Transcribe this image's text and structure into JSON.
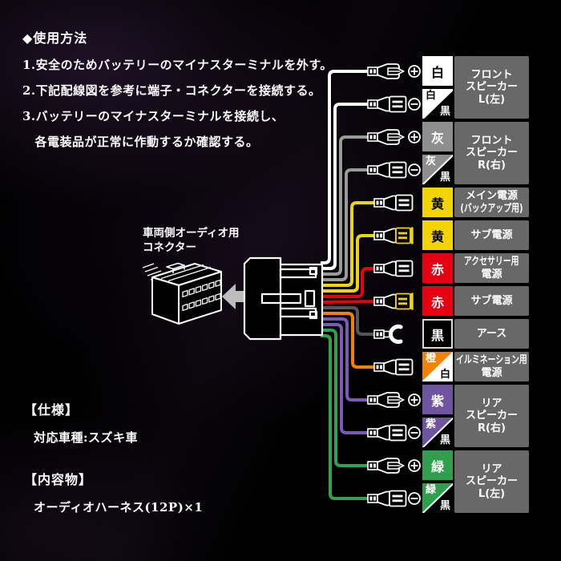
{
  "instructions": {
    "title": "◆使用方法",
    "lines": [
      "1.安全のためバッテリーのマイナスターミナルを外す。",
      "2.下記配線図を参考に端子・コネクターを接続する。",
      "3.バッテリーのマイナスターミナルを接続し、",
      "　各電装品が正常に作動するか確認する。"
    ]
  },
  "connector_label": {
    "line1": "車両側オーディオ用",
    "line2": "コネクター"
  },
  "spec": {
    "heading": "【仕様】",
    "body": "対応車種:スズキ車"
  },
  "contents": {
    "heading": "【内容物】",
    "body": "オーディオハーネス(12P)×1"
  },
  "palette": {
    "background": "#000000",
    "label_box": "#686868",
    "diagram_line": "#ffffff",
    "arrow": "#bdbdbd",
    "white": "#ffffff",
    "gray": "#8e8e8e",
    "yellow": "#f2d500",
    "red": "#e60012",
    "black": "#000000",
    "orange": "#f08300",
    "purple": "#6f54a0",
    "green": "#2f9e4d"
  },
  "table": {
    "rows": [
      {
        "main": "白",
        "main_bg": "#ffffff",
        "main_text": "#000000",
        "sub": null,
        "sub_bg": null,
        "sub_text": null,
        "sign": "plus",
        "terminal": "male-spade",
        "wire": "#ffffff"
      },
      {
        "main": "白",
        "main_bg": "#ffffff",
        "main_text": "#000000",
        "sub": "黒",
        "sub_bg": "#000000",
        "sub_text": "#ffffff",
        "sign": "minus",
        "terminal": "female-spade",
        "wire": "#ffffff"
      },
      {
        "main": "灰",
        "main_bg": "#8e8e8e",
        "main_text": "#ffffff",
        "sub": null,
        "sub_bg": null,
        "sub_text": null,
        "sign": "plus",
        "terminal": "male-spade",
        "wire": "#9a9a9a"
      },
      {
        "main": "灰",
        "main_bg": "#8e8e8e",
        "main_text": "#ffffff",
        "sub": "黒",
        "sub_bg": "#000000",
        "sub_text": "#ffffff",
        "sign": "minus",
        "terminal": "female-spade",
        "wire": "#9a9a9a"
      },
      {
        "main": "黄",
        "main_bg": "#f2d500",
        "main_text": "#000000",
        "sub": null,
        "sub_bg": null,
        "sub_text": null,
        "sign": null,
        "terminal": "female-spade",
        "wire": "#eed600"
      },
      {
        "main": "黄",
        "main_bg": "#f2d500",
        "main_text": "#000000",
        "sub": null,
        "sub_bg": null,
        "sub_text": null,
        "sign": null,
        "terminal": "female-spade-yellow",
        "wire": "#eed600"
      },
      {
        "main": "赤",
        "main_bg": "#e60012",
        "main_text": "#ffffff",
        "sub": null,
        "sub_bg": null,
        "sub_text": null,
        "sign": null,
        "terminal": "female-spade",
        "wire": "#e60012"
      },
      {
        "main": "赤",
        "main_bg": "#e60012",
        "main_text": "#ffffff",
        "sub": null,
        "sub_bg": null,
        "sub_text": null,
        "sign": null,
        "terminal": "female-spade-yellow",
        "wire": "#e60012"
      },
      {
        "main": "黒",
        "main_bg": "#000000",
        "main_text": "#ffffff",
        "sub": null,
        "sub_bg": null,
        "sub_text": null,
        "sign": null,
        "terminal": "fork",
        "wire": "#555555"
      },
      {
        "main": "橙",
        "main_bg": "#f08300",
        "main_text": "#ffffff",
        "sub": "白",
        "sub_bg": "#ffffff",
        "sub_text": "#000000",
        "sign": null,
        "terminal": "female-spade",
        "wire": "#f08300"
      },
      {
        "main": "紫",
        "main_bg": "#6f54a0",
        "main_text": "#ffffff",
        "sub": null,
        "sub_bg": null,
        "sub_text": null,
        "sign": "plus",
        "terminal": "male-spade",
        "wire": "#7a5ab4"
      },
      {
        "main": "紫",
        "main_bg": "#6f54a0",
        "main_text": "#ffffff",
        "sub": "黒",
        "sub_bg": "#000000",
        "sub_text": "#ffffff",
        "sign": "minus",
        "terminal": "female-spade",
        "wire": "#7a5ab4"
      },
      {
        "main": "緑",
        "main_bg": "#2f9e4d",
        "main_text": "#ffffff",
        "sub": null,
        "sub_bg": null,
        "sub_text": null,
        "sign": "plus",
        "terminal": "male-spade",
        "wire": "#2fa24c"
      },
      {
        "main": "緑",
        "main_bg": "#2f9e4d",
        "main_text": "#ffffff",
        "sub": "黒",
        "sub_bg": "#000000",
        "sub_text": "#ffffff",
        "sign": "minus",
        "terminal": "female-spade",
        "wire": "#2fa24c"
      }
    ],
    "groups": [
      {
        "rows": [
          0,
          1
        ],
        "lines": [
          "フロント",
          "スピーカー",
          "L(左)"
        ]
      },
      {
        "rows": [
          2,
          3
        ],
        "lines": [
          "フロント",
          "スピーカー",
          "R(右)"
        ]
      },
      {
        "rows": [
          4,
          4
        ],
        "lines": [
          "メイン電源",
          "(バックアップ用)"
        ]
      },
      {
        "rows": [
          5,
          5
        ],
        "lines": [
          "サブ電源"
        ]
      },
      {
        "rows": [
          6,
          6
        ],
        "lines": [
          "アクセサリー用",
          "電源"
        ]
      },
      {
        "rows": [
          7,
          7
        ],
        "lines": [
          "サブ電源"
        ]
      },
      {
        "rows": [
          8,
          8
        ],
        "lines": [
          "アース"
        ]
      },
      {
        "rows": [
          9,
          9
        ],
        "lines": [
          "イルミネーション用",
          "電源"
        ]
      },
      {
        "rows": [
          10,
          11
        ],
        "lines": [
          "リア",
          "スピーカー",
          "R(右)"
        ]
      },
      {
        "rows": [
          12,
          13
        ],
        "lines": [
          "リア",
          "スピーカー",
          "L(左)"
        ]
      }
    ]
  }
}
